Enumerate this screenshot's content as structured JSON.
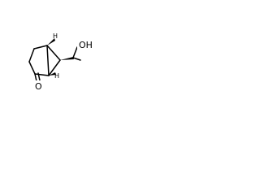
{
  "molecule": {
    "atoms": {
      "carbonyl_oxygen": "O",
      "acid_group": "OH",
      "bridgehead_h_top": "H",
      "bridgehead_h_bottom": "H"
    },
    "colors": {
      "bonds": "#000000",
      "labels": "#000000",
      "background": "#ffffff"
    }
  }
}
